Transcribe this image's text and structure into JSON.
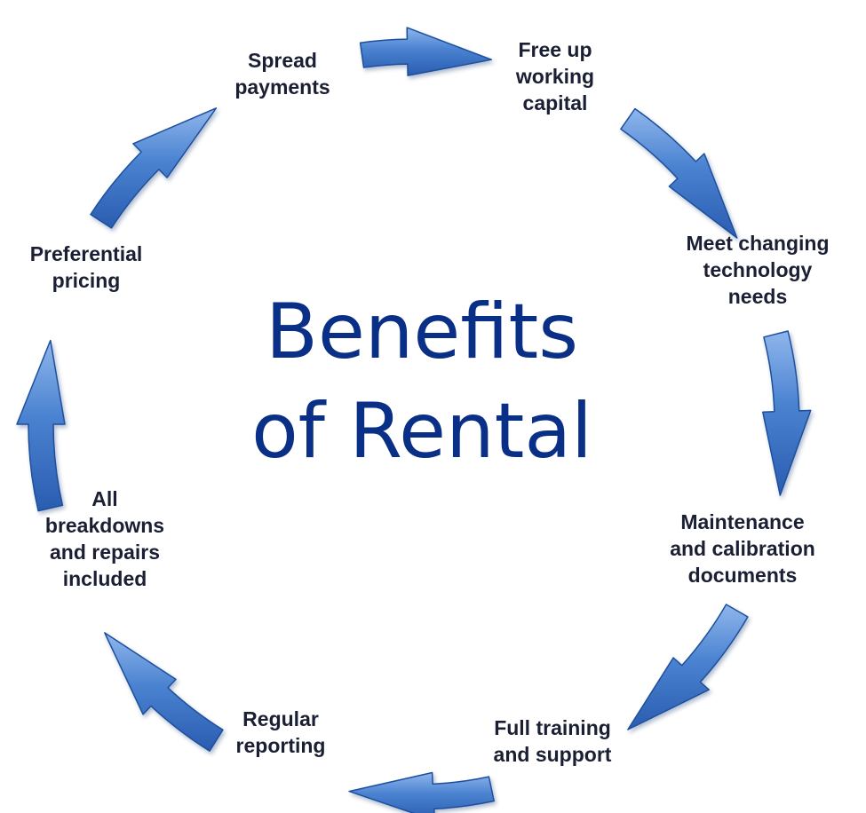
{
  "title": {
    "lines": [
      "Benefits",
      "of Rental"
    ]
  },
  "benefits": [
    {
      "lines": [
        "Spread",
        "payments"
      ]
    },
    {
      "lines": [
        "Free up",
        "working",
        "capital"
      ]
    },
    {
      "lines": [
        "Meet changing",
        "technology",
        "needs"
      ]
    },
    {
      "lines": [
        "Maintenance",
        "and calibration",
        "documents"
      ]
    },
    {
      "lines": [
        "Full training",
        "and support"
      ]
    },
    {
      "lines": [
        "Regular",
        "reporting"
      ]
    },
    {
      "lines": [
        "All",
        "breakdowns",
        "and repairs",
        "included"
      ]
    },
    {
      "lines": [
        "Preferential",
        "pricing"
      ]
    }
  ],
  "colors": {
    "arrow": "#4a82d0",
    "arrow_dark": "#1f4f9e",
    "title": "#0a2f86",
    "label": "#1a1f33"
  },
  "cycle_direction": "clockwise"
}
